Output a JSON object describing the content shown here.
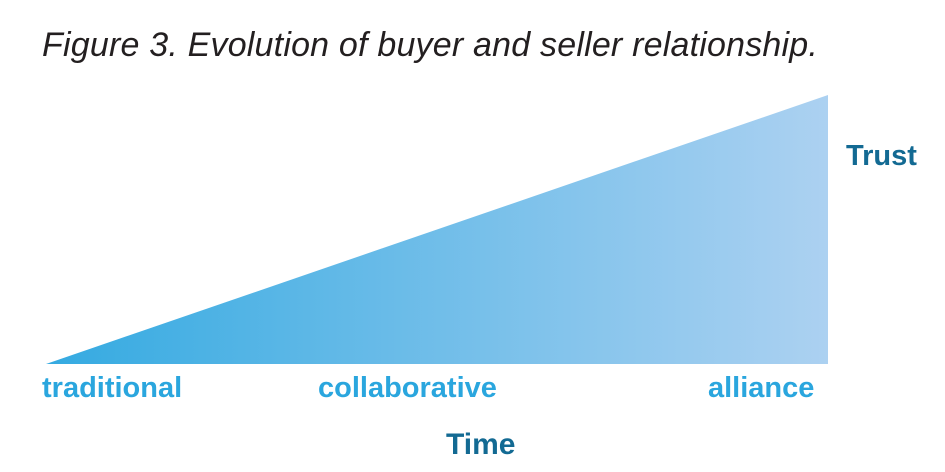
{
  "figure": {
    "title": "Figure 3. Evolution of buyer and seller relationship."
  },
  "axes": {
    "vertical_label": "Trust",
    "horizontal_label": "Time"
  },
  "stages": [
    {
      "label": "traditional"
    },
    {
      "label": "collaborative"
    },
    {
      "label": "alliance"
    }
  ],
  "colors": {
    "gradient_start": "#34aae1",
    "gradient_end": "#acd1f1",
    "stage_label": "#2aa6de",
    "axis_label": "#136a93",
    "title": "#231f20"
  }
}
